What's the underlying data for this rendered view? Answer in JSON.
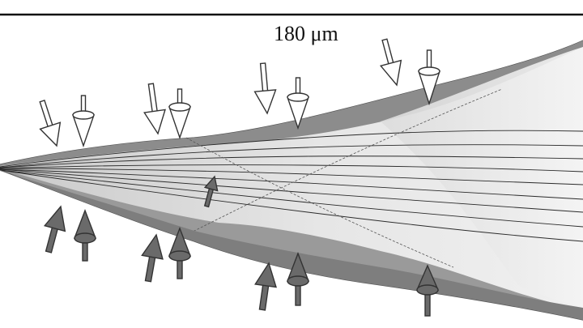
{
  "scale_bar": {
    "label": "180 μm"
  },
  "colors": {
    "upper_surface": "#8c8c8c",
    "inner_surface": "#d6d6d6",
    "lower_surface": "#9a9a9a",
    "layer_lines": "#2a2a2a",
    "open_arrow_fill": "#ffffff",
    "solid_arrow_fill": "#6a6a6a",
    "outline": "#333333"
  },
  "icons": [
    "open-flat-arrow",
    "open-cone-arrow",
    "solid-flat-arrow",
    "solid-cone-arrow"
  ]
}
